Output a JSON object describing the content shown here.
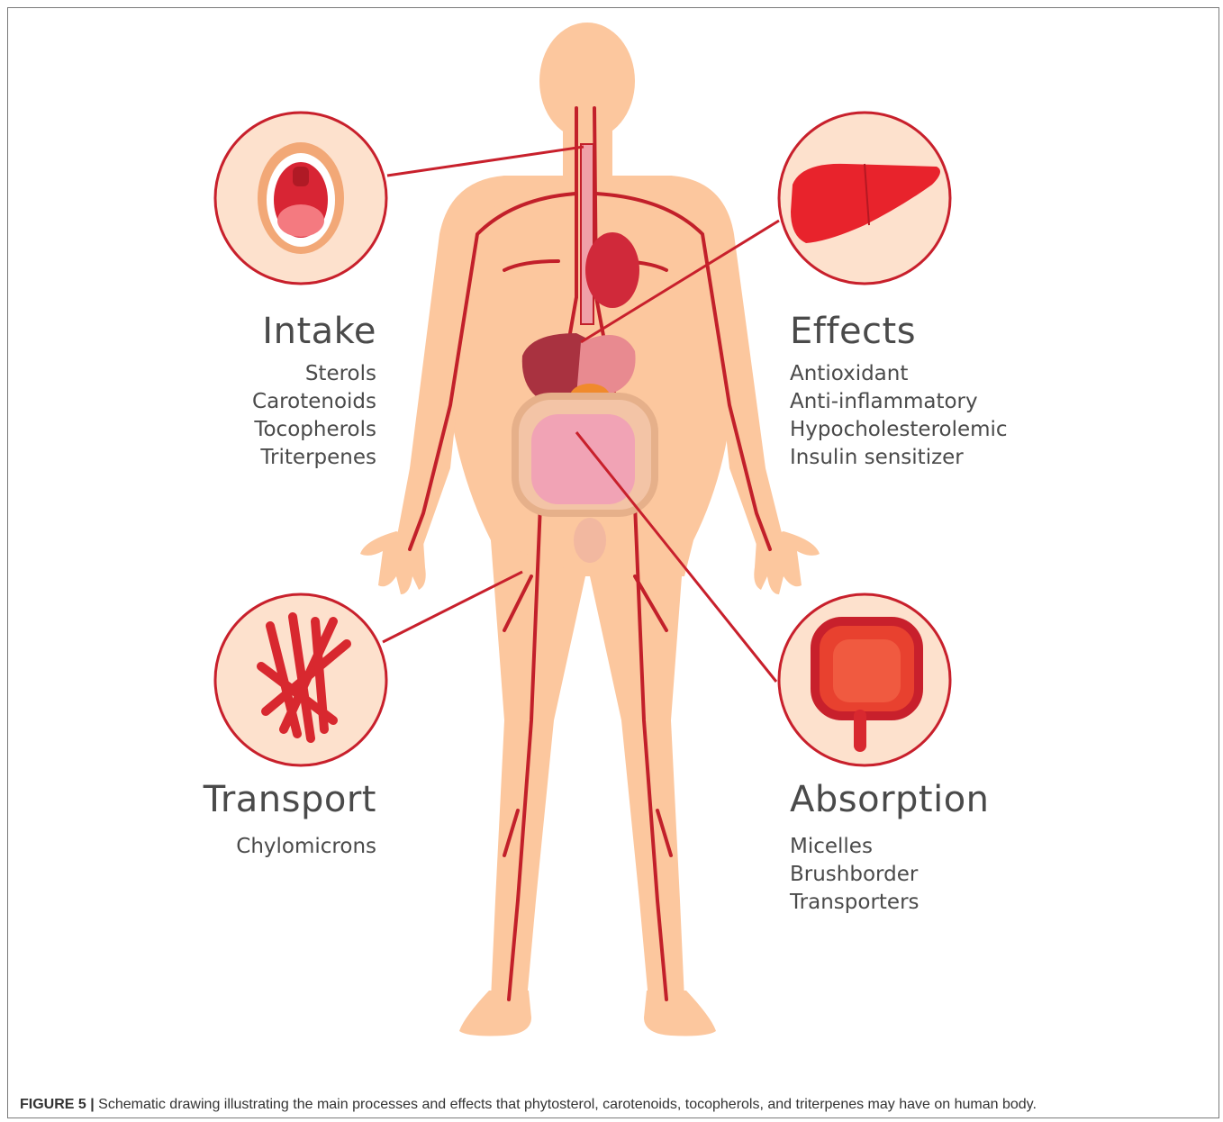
{
  "panels": {
    "intake": {
      "heading": "Intake",
      "items": [
        "Sterols",
        "Carotenoids",
        "Tocopherols",
        "Triterpenes"
      ]
    },
    "effects": {
      "heading": "Effects",
      "items": [
        "Antioxidant",
        "Anti-inflammatory",
        "Hypocholesterolemic",
        "Insulin sensitizer"
      ]
    },
    "transport": {
      "heading": "Transport",
      "items": [
        "Chylomicrons"
      ]
    },
    "absorption": {
      "heading": "Absorption",
      "items": [
        "Micelles",
        "Brushborder",
        "Transporters"
      ]
    }
  },
  "icons": {
    "intake": "mouth-icon",
    "effects": "liver-icon",
    "transport": "blood-vessels-icon",
    "absorption": "intestine-icon"
  },
  "caption": {
    "label": "FIGURE 5 |",
    "text": " Schematic drawing illustrating the main processes and effects that phytosterol, carotenoids, tocopherols, and triterpenes may have on human body."
  },
  "colors": {
    "skin": "#fcc79e",
    "circle_fill": "#fde1cd",
    "accent_red": "#c8202c",
    "vessel": "#c2202a",
    "text": "#4a4a4a"
  }
}
